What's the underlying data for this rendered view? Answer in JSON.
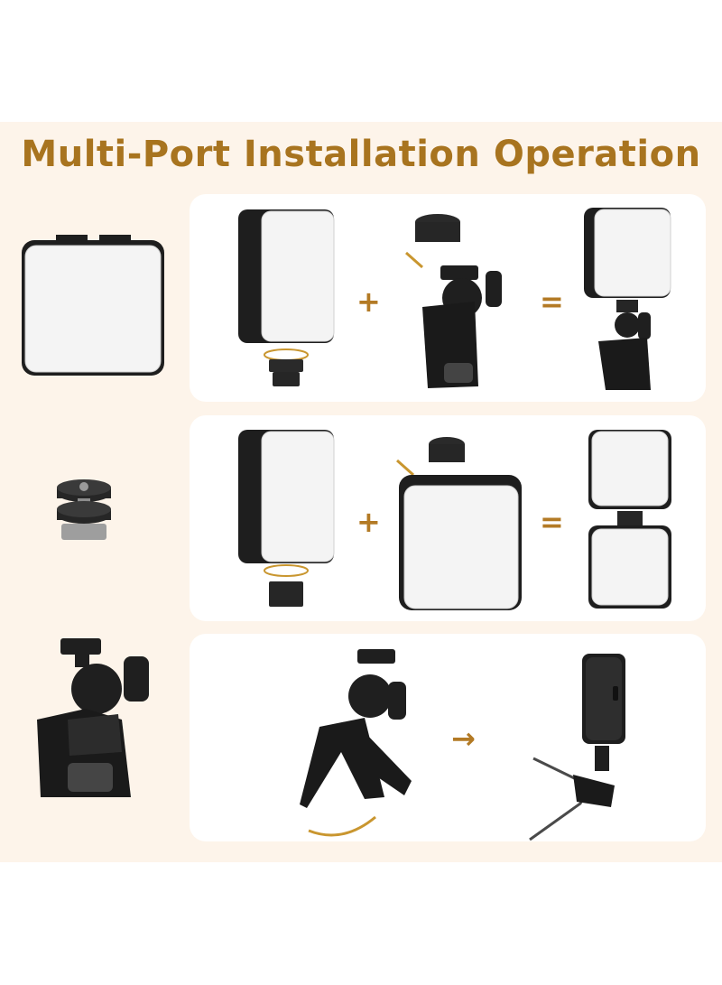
{
  "title": "Multi-Port Installation Operation",
  "colors": {
    "accent": "#b37a25",
    "background": "#fdf4ea",
    "panel": "#ffffff",
    "device": "#1e1e1e"
  },
  "operators": {
    "plus": "+",
    "equals": "=",
    "arrow": "→"
  },
  "rows": [
    {
      "left_item": "light-panel",
      "steps": [
        "light-with-cold-shoe",
        "plus",
        "clip-mount",
        "equals",
        "light-on-clip"
      ]
    },
    {
      "left_item": "double-cold-shoe",
      "steps": [
        "light-with-cold-shoe",
        "plus",
        "light-panel",
        "equals",
        "stacked-lights"
      ]
    },
    {
      "left_item": "clip-mount",
      "steps": [
        "clip-tripod-stand",
        "arrow",
        "light-clipped-on-stand"
      ]
    }
  ]
}
